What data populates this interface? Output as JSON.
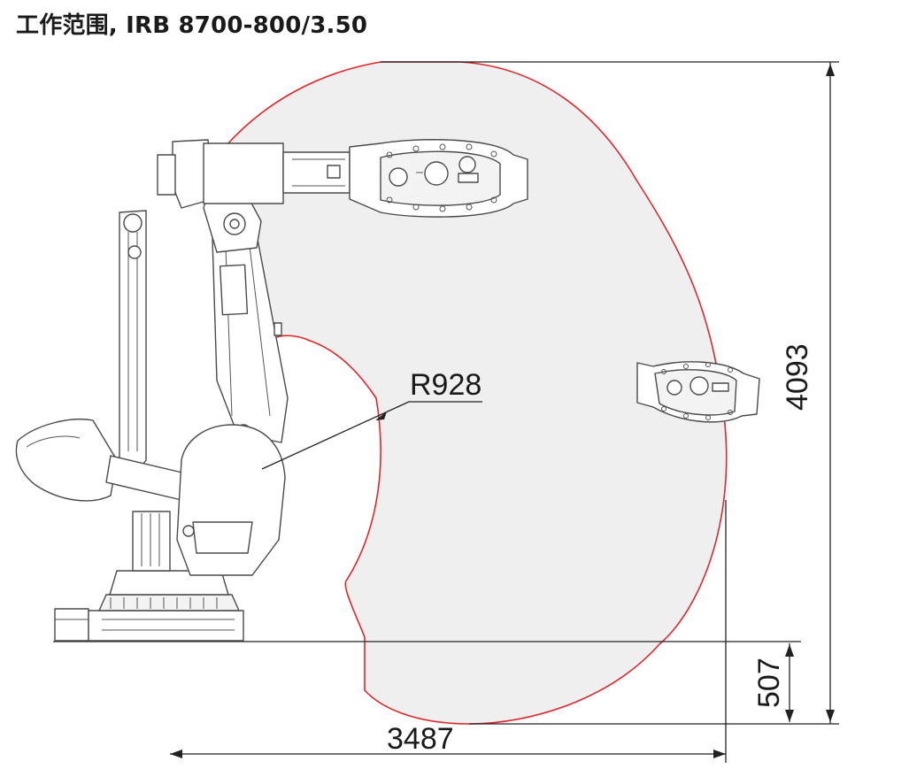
{
  "title": "工作范围, IRB 8700-800/3.50",
  "dimensions": {
    "radius_label": "R928",
    "height_label": "4093",
    "below_base_label": "507",
    "reach_label": "3487"
  },
  "colors": {
    "envelope_stroke": "#e0262b",
    "envelope_fill": "#efeff0",
    "outline": "#4a4a4a"
  }
}
